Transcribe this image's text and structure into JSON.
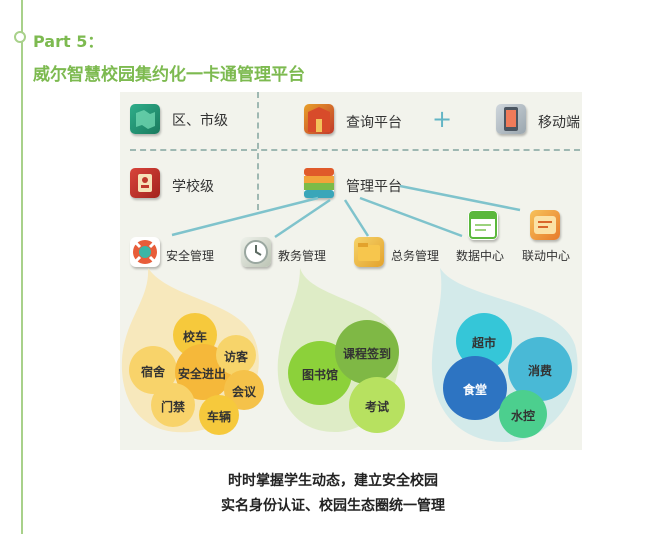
{
  "header": {
    "part": "Part 5：",
    "title": "威尔智慧校园集约化一卡通管理平台"
  },
  "top_row": {
    "district_label": "区、市级",
    "query_label": "查询平台",
    "plus": "+",
    "mobile_label": "移动端"
  },
  "middle_row": {
    "school_label": "学校级",
    "manage_label": "管理平台"
  },
  "modules": [
    {
      "label": "安全管理"
    },
    {
      "label": "教务管理"
    },
    {
      "label": "总务管理"
    },
    {
      "label": "数据中心"
    },
    {
      "label": "联动中心"
    }
  ],
  "bubbles": {
    "security": [
      "校车",
      "宿舍",
      "安全进出",
      "访客",
      "会议",
      "门禁",
      "车辆"
    ],
    "academic": [
      "图书馆",
      "课程签到",
      "考试"
    ],
    "general": [
      "超市",
      "消费",
      "食堂",
      "水控"
    ]
  },
  "captions": {
    "line1": "时时掌握学生动态，建立安全校园",
    "line2": "实名身份认证、校园生态圈统一管理"
  },
  "colors": {
    "accent": "#7dba50",
    "rail": "#a8d18a",
    "divider": "#9eb8b2",
    "connector": "#7fc3cc"
  }
}
